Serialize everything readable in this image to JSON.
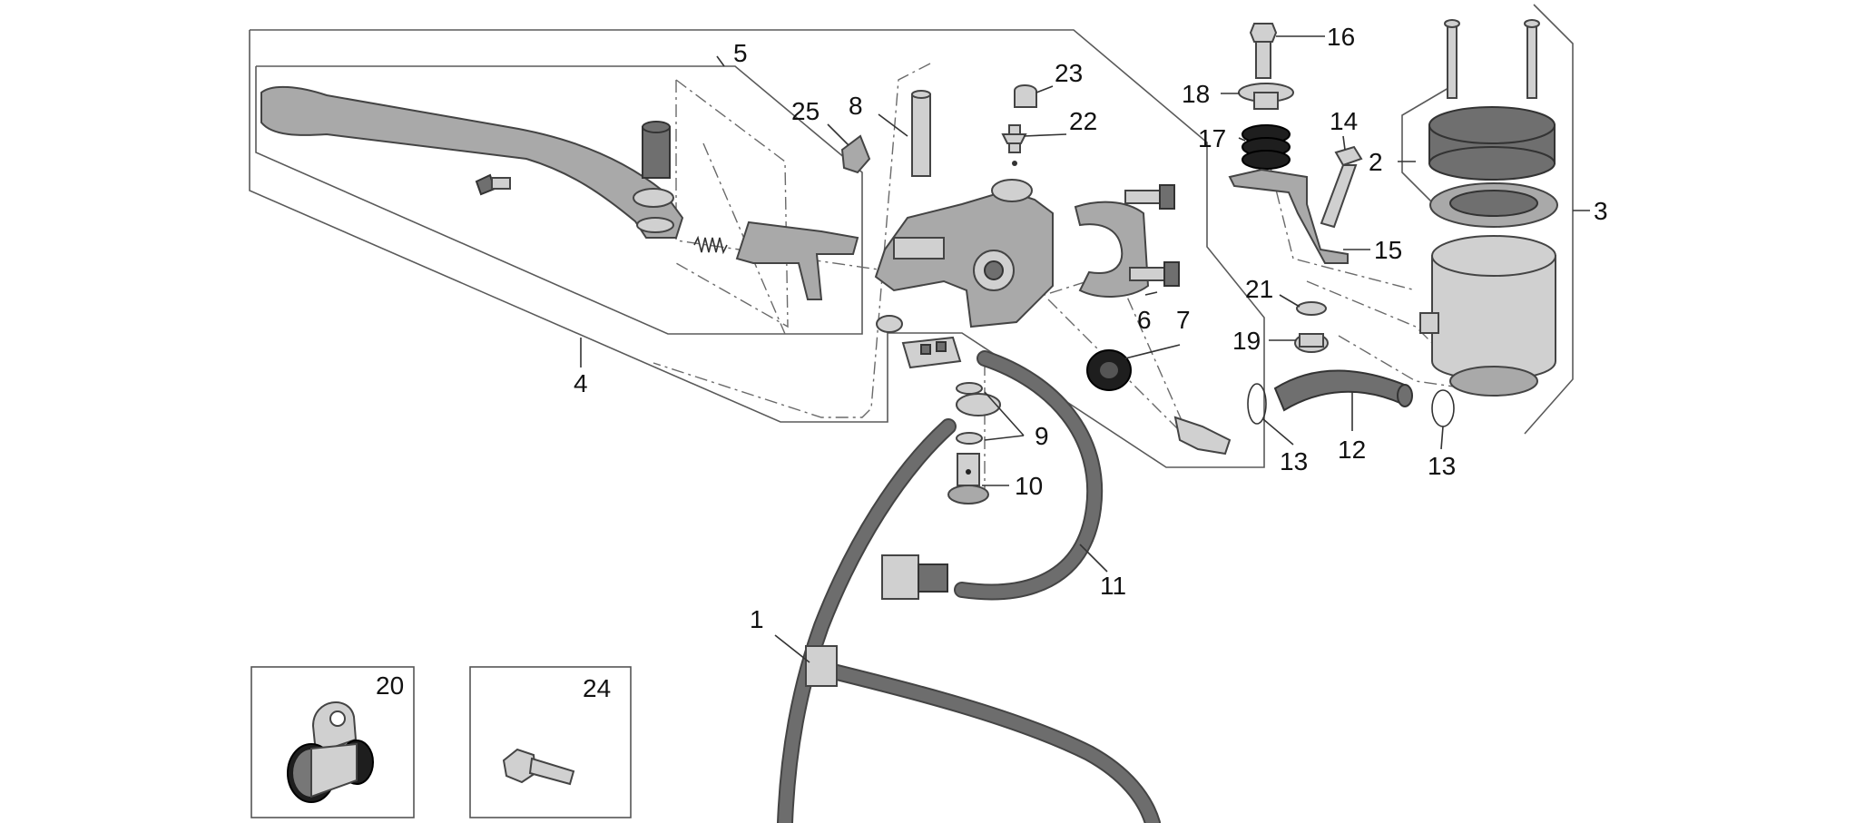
{
  "diagram": {
    "callouts": [
      {
        "id": "c1",
        "label": "1"
      },
      {
        "id": "c2",
        "label": "2"
      },
      {
        "id": "c3",
        "label": "3"
      },
      {
        "id": "c4",
        "label": "4"
      },
      {
        "id": "c5",
        "label": "5"
      },
      {
        "id": "c6",
        "label": "6"
      },
      {
        "id": "c7",
        "label": "7"
      },
      {
        "id": "c8",
        "label": "8"
      },
      {
        "id": "c9",
        "label": "9"
      },
      {
        "id": "c10",
        "label": "10"
      },
      {
        "id": "c11",
        "label": "11"
      },
      {
        "id": "c12",
        "label": "12"
      },
      {
        "id": "c13a",
        "label": "13"
      },
      {
        "id": "c13b",
        "label": "13"
      },
      {
        "id": "c14",
        "label": "14"
      },
      {
        "id": "c15",
        "label": "15"
      },
      {
        "id": "c16",
        "label": "16"
      },
      {
        "id": "c17",
        "label": "17"
      },
      {
        "id": "c18",
        "label": "18"
      },
      {
        "id": "c19",
        "label": "19"
      },
      {
        "id": "c20",
        "label": "20"
      },
      {
        "id": "c21",
        "label": "21"
      },
      {
        "id": "c22",
        "label": "22"
      },
      {
        "id": "c23",
        "label": "23"
      },
      {
        "id": "c24",
        "label": "24"
      },
      {
        "id": "c25",
        "label": "25"
      }
    ]
  }
}
